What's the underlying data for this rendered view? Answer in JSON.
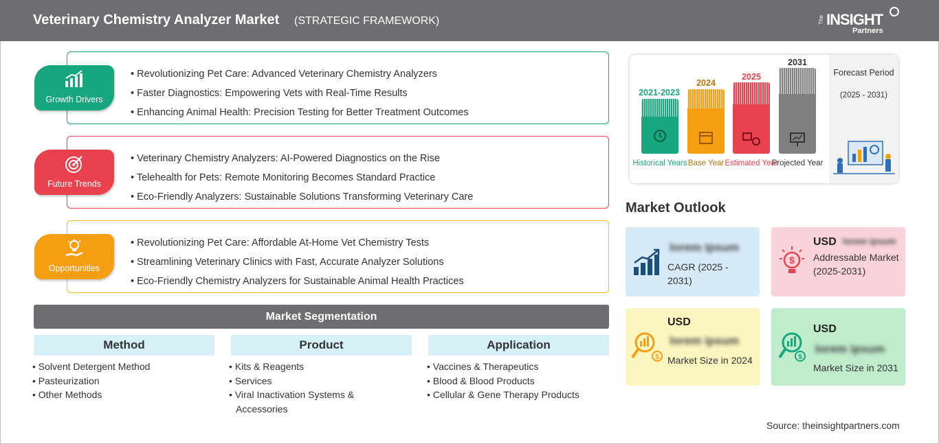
{
  "header": {
    "title": "Veterinary Chemistry Analyzer Market",
    "subtitle": "(STRATEGIC FRAMEWORK)",
    "logo_the": "The",
    "logo_insight": "INSIGHT",
    "logo_partners": "Partners"
  },
  "growth_drivers": {
    "label": "Growth Drivers",
    "color": "#17a67d",
    "items": [
      "Revolutionizing Pet Care: Advanced Veterinary Chemistry Analyzers",
      "Faster Diagnostics: Empowering Vets with Real-Time Results",
      "Enhancing Animal Health: Precision Testing for Better Treatment Outcomes"
    ]
  },
  "future_trends": {
    "label": "Future Trends",
    "color": "#e8424f",
    "items": [
      "Veterinary Chemistry Analyzers: AI-Powered Diagnostics on the Rise",
      "Telehealth for Pets: Remote Monitoring Becomes Standard Practice",
      "Eco-Friendly Analyzers: Sustainable Solutions Transforming Veterinary Care"
    ]
  },
  "opportunities": {
    "label": "Opportunities",
    "color": "#f59e12",
    "items": [
      "Revolutionizing Pet Care: Affordable At-Home Vet Chemistry Tests",
      "Streamlining Veterinary Clinics with Fast, Accurate Analyzer Solutions",
      "Eco-Friendly Chemistry Analyzers for Sustainable Animal Health Practices"
    ]
  },
  "segmentation": {
    "title": "Market Segmentation",
    "method": {
      "title": "Method",
      "items": [
        "Solvent Detergent Method",
        "Pasteurization",
        "Other Methods"
      ]
    },
    "product": {
      "title": "Product",
      "items": [
        "Kits & Reagents",
        "Services",
        "Viral Inactivation Systems & Accessories"
      ]
    },
    "application": {
      "title": "Application",
      "items": [
        "Vaccines & Therapeutics",
        "Blood & Blood Products",
        "Cellular & Gene Therapy Products"
      ]
    }
  },
  "timeline": {
    "historical": {
      "year": "2021-2023",
      "caption": "Historical Years",
      "color": "#17a67d"
    },
    "base": {
      "year": "2024",
      "caption": "Base Year",
      "color": "#f59e12"
    },
    "estimated": {
      "year": "2025",
      "caption": "Estimated Year",
      "color": "#e8424f"
    },
    "projected": {
      "year": "2031",
      "caption": "Projected Year",
      "color": "#7f7f7f"
    },
    "forecast_label": "Forecast Period",
    "forecast_range": "(2025 - 2031)"
  },
  "outlook": {
    "title": "Market Outlook",
    "cagr": {
      "value": "lorem ipsum",
      "label": "CAGR (2025 - 2031)"
    },
    "addressable": {
      "currency": "USD",
      "value": "lorem ipsum",
      "label": "Addressable Market (2025-2031)"
    },
    "size_2024": {
      "currency": "USD",
      "value": "lorem ipsum",
      "label": "Market Size in 2024"
    },
    "size_2031": {
      "currency": "USD",
      "value": "lorem ipsum",
      "label": "Market Size in 2031"
    }
  },
  "source": "Source: theinsightpartners.com"
}
